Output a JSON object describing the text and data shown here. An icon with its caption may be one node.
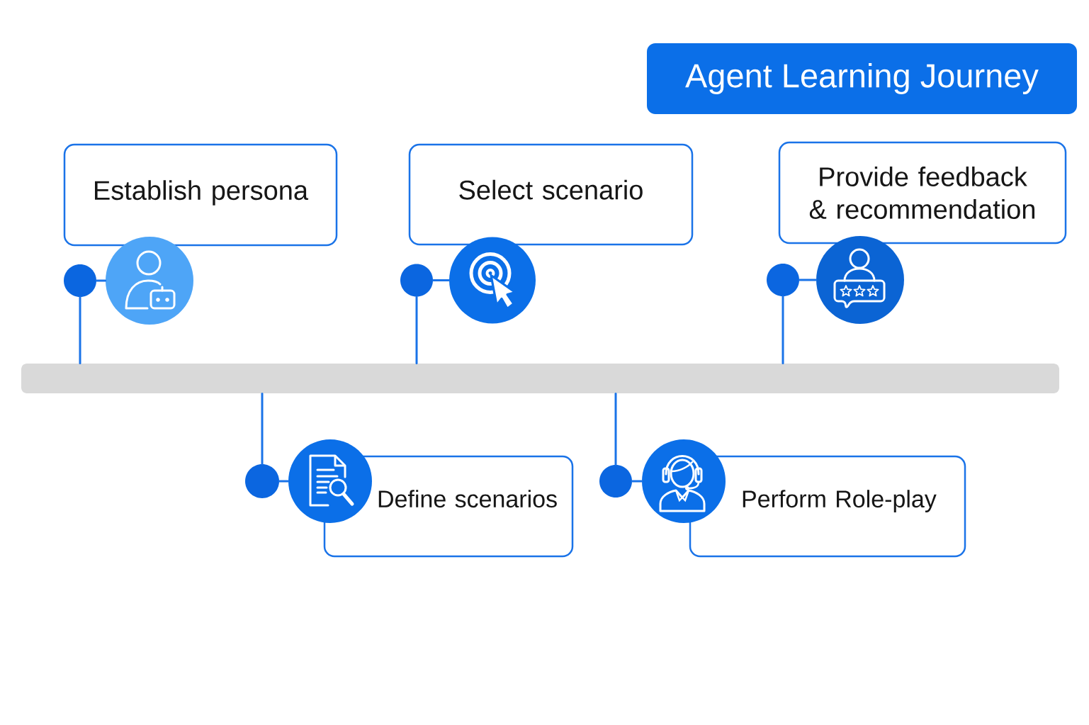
{
  "diagram": {
    "title": "Agent Learning Journey",
    "nodes": [
      {
        "text": [
          "Establish persona"
        ]
      },
      {
        "text": [
          "Select scenario"
        ]
      },
      {
        "text": [
          "Provide feedback & recommendation"
        ]
      },
      {
        "text": [
          "Define scenarios"
        ]
      },
      {
        "text": [
          "Perform Role-play"
        ]
      },
      {
        "text": [],
        "shape": "bar"
      },
      {
        "text": [],
        "shape": "circle"
      },
      {
        "text": [],
        "shape": "circle"
      },
      {
        "text": [],
        "shape": "circle"
      },
      {
        "text": [],
        "shape": "circle"
      },
      {
        "text": [],
        "shape": "circle"
      },
      {
        "text": [],
        "shape": "picture"
      },
      {
        "text": [],
        "shape": "picture"
      },
      {
        "text": [],
        "shape": "picture"
      },
      {
        "text": [],
        "shape": "picture"
      },
      {
        "text": [],
        "shape": "picture"
      }
    ],
    "edges": [
      {
        "from": 6,
        "to": 5,
        "arrow": "none"
      },
      {
        "from": 6,
        "to": 11,
        "arrow": "none"
      },
      {
        "from": 7,
        "to": 5,
        "arrow": "none"
      },
      {
        "from": 7,
        "to": 12,
        "arrow": "none"
      },
      {
        "from": 8,
        "to": 5,
        "arrow": "none"
      },
      {
        "from": 8,
        "to": 13,
        "arrow": "none"
      },
      {
        "from": 9,
        "to": 5,
        "arrow": "none"
      },
      {
        "from": 9,
        "to": 14,
        "arrow": "none"
      },
      {
        "from": 10,
        "to": 5,
        "arrow": "none"
      },
      {
        "from": 10,
        "to": 15,
        "arrow": "none"
      }
    ]
  }
}
